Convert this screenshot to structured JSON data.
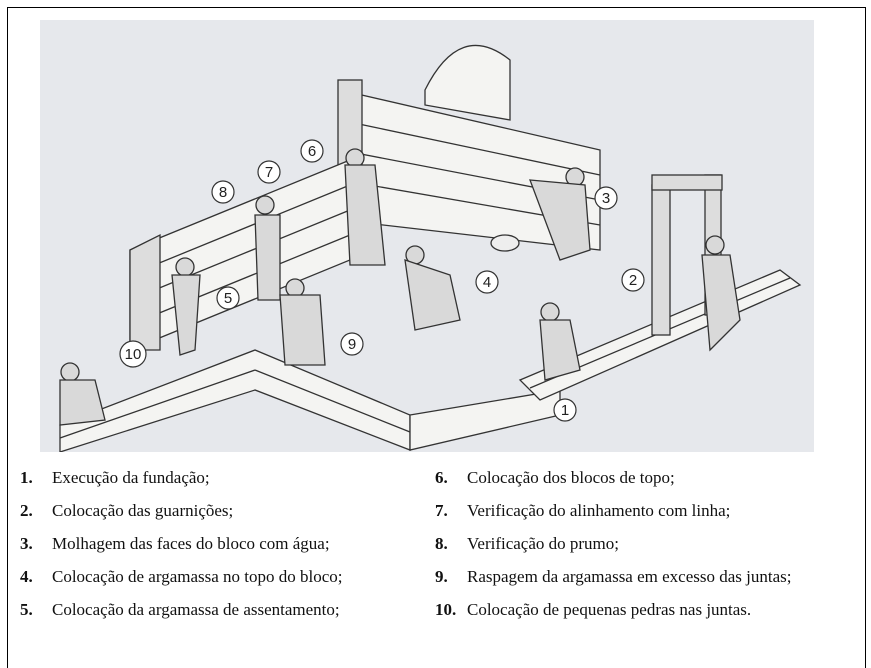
{
  "markers": [
    "1",
    "2",
    "3",
    "4",
    "5",
    "6",
    "7",
    "8",
    "9",
    "10"
  ],
  "legend": {
    "left": [
      {
        "num": "1.",
        "text": "Execução da fundação;"
      },
      {
        "num": "2.",
        "text": "Colocação das guarnições;"
      },
      {
        "num": "3.",
        "text": "Molhagem das faces do bloco com água;"
      },
      {
        "num": "4.",
        "text": "Colocação de argamassa no topo do bloco;"
      },
      {
        "num": "5.",
        "text": "Colocação da argamassa de assentamento;"
      }
    ],
    "right": [
      {
        "num": "6.",
        "text": "Colocação dos blocos de topo;"
      },
      {
        "num": "7.",
        "text": "Verificação do alinhamento com linha;"
      },
      {
        "num": "8.",
        "text": "Verificação do prumo;"
      },
      {
        "num": "9.",
        "text": "Raspagem da argamassa em excesso das juntas;"
      },
      {
        "num": "10.",
        "text": "Colocação de pequenas pedras nas juntas."
      }
    ]
  }
}
